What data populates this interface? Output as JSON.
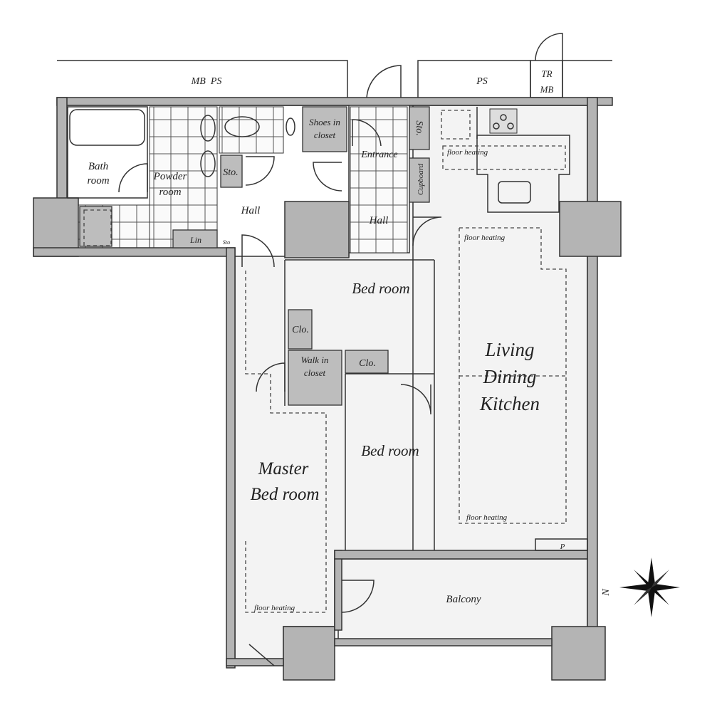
{
  "plan": {
    "labels": {
      "mb_ps": "MB  PS",
      "ps": "PS",
      "tr": "TR",
      "mb": "MB",
      "bath_1": "Bath",
      "bath_2": "room",
      "powder_1": "Powder",
      "powder_2": "room",
      "sto_1": "Sto.",
      "sto_2": "Sto.",
      "sto_small": "Sto",
      "lin": "Lin",
      "shoes_1": "Shoes in",
      "shoes_2": "closet",
      "entrance": "Entrance",
      "cupboard": "Cupboard",
      "hall_1": "Hall",
      "hall_2": "Hall",
      "bed_1": "Bed room",
      "bed_2": "Bed room",
      "clo_1": "Clo.",
      "clo_2": "Clo.",
      "walkin_1": "Walk in",
      "walkin_2": "closet",
      "master_1": "Master",
      "master_2": "Bed room",
      "ldk_1": "Living",
      "ldk_2": "Dining",
      "ldk_3": "Kitchen",
      "floor_heating_kitchen": "floor heating",
      "floor_heating_living_top": "floor heating",
      "floor_heating_living_bottom": "floor heating",
      "floor_heating_master": "floor heating",
      "balcony": "Balcony",
      "p": "P",
      "north": "N"
    },
    "colors": {
      "wall": "#b4b4b4",
      "floor": "#f3f3f3",
      "line": "#333333"
    }
  }
}
